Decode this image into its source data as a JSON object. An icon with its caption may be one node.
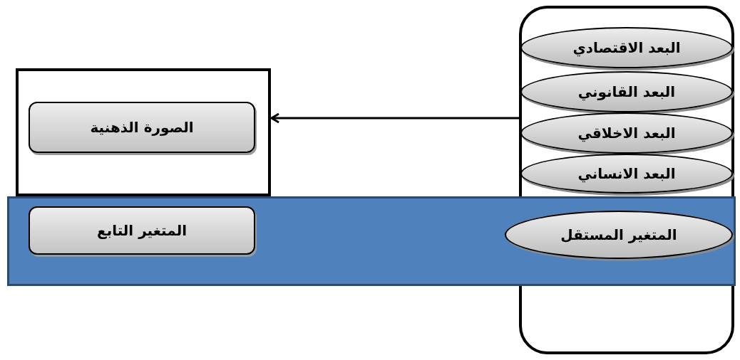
{
  "diagram": {
    "nodes": [
      {
        "text": [],
        "shape": "box"
      },
      {
        "text": [
          "الصورة الذهنية"
        ],
        "in": 0
      },
      {
        "text": [],
        "shape": "box"
      },
      {
        "text": [
          "البعد الاقتصادي"
        ],
        "in": 2
      },
      {
        "text": [
          "البعد القانوني"
        ],
        "in": 2
      },
      {
        "text": [
          "البعد الاخلاقي"
        ],
        "in": 2
      },
      {
        "text": [
          "البعد الانساني"
        ],
        "in": 2
      },
      {
        "text": [],
        "shape": "bar"
      },
      {
        "text": [
          "المتغير التابع"
        ],
        "in": 7
      },
      {
        "text": [
          "المتغير المستقل"
        ],
        "in": 7
      }
    ],
    "edges": [
      {
        "from": 2,
        "to": 0,
        "arrow": "to"
      }
    ]
  }
}
